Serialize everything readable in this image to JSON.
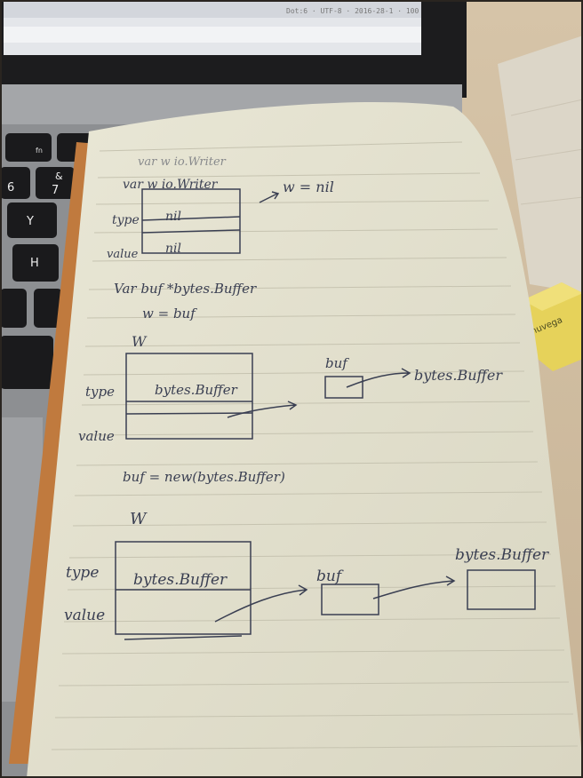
{
  "photo": {
    "laptop_screen": {
      "status_text": "Dot:6 · UTF-8 · 2016-28-1 · 100"
    },
    "keyboard": {
      "keys": [
        "fn",
        "&",
        "6",
        "7",
        "Y",
        "H"
      ]
    },
    "eraser": {
      "label": "nuvega"
    },
    "notebook": {
      "note1": {
        "decl_struck": "var w io.Writer",
        "decl": "var w io.Writer",
        "type_label": "type",
        "type_value": "nil",
        "value_label": "value",
        "value_value": "nil",
        "note": "w = nil"
      },
      "note2": {
        "decl": "Var buf *bytes.Buffer",
        "assign": "w = buf",
        "iface_name": "W",
        "type_label": "type",
        "type_value": "bytes.Buffer",
        "value_label": "value",
        "ptr_name": "buf",
        "pointee": "bytes.Buffer"
      },
      "note3": {
        "assign": "buf = new(bytes.Buffer)",
        "iface_name": "W",
        "type_label": "type",
        "type_value": "bytes.Buffer",
        "value_label": "value",
        "ptr_name": "buf",
        "pointee": "bytes.Buffer"
      }
    },
    "colors": {
      "ink": "#3a3f52",
      "paper": "#e6e3cf",
      "desk": "#d9c7ad"
    }
  }
}
